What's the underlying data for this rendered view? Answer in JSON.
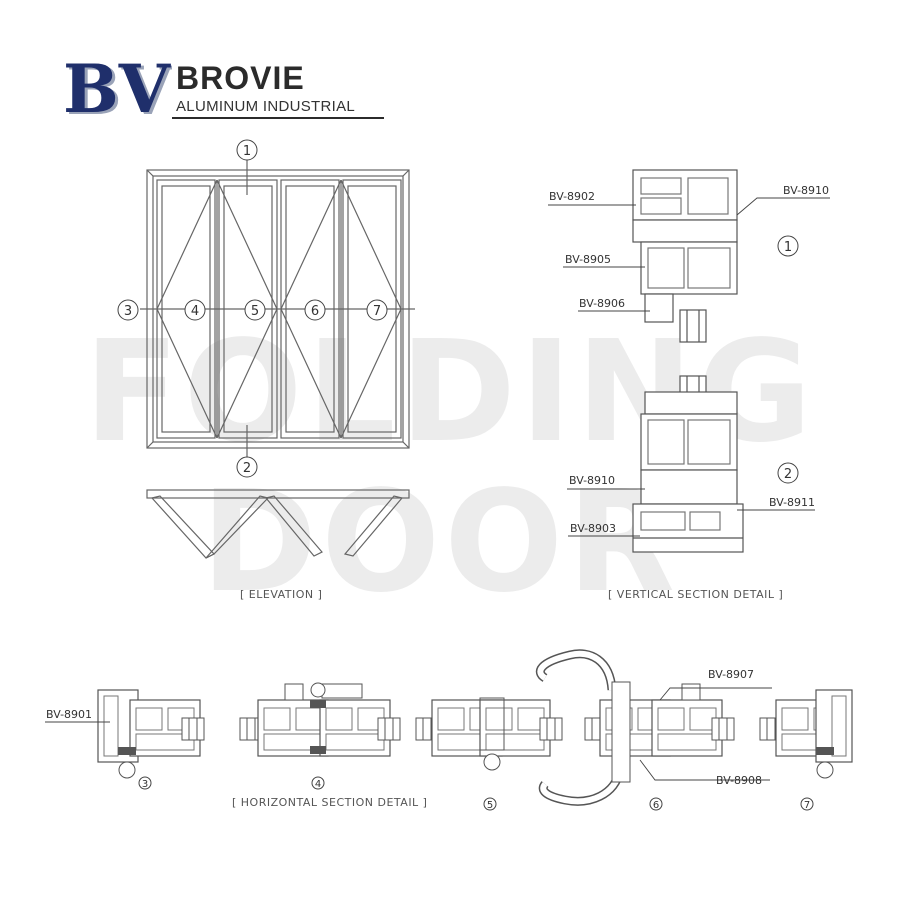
{
  "brand": {
    "logo_letters": "BV",
    "name": "BROVIE",
    "tagline": "ALUMINUM INDUSTRIAL",
    "colors": {
      "logo_navy": "#1f2f6b",
      "logo_shadow": "#9aa3b8"
    }
  },
  "watermark": {
    "line1": "FOLDING",
    "line2": "DOOR",
    "color": "#e8e8e8"
  },
  "elevation": {
    "caption": "[ ELEVATION ]",
    "markers": [
      "1",
      "2",
      "3",
      "4",
      "5",
      "6",
      "7"
    ]
  },
  "vertical_section": {
    "caption": "[ VERTICAL SECTION DETAIL ]",
    "markers": [
      "1",
      "2"
    ],
    "part_labels": [
      "BV-8902",
      "BV-8910",
      "BV-8905",
      "BV-8906",
      "BV-8910",
      "BV-8911",
      "BV-8903"
    ]
  },
  "horizontal_section": {
    "caption": "[ HORIZONTAL SECTION DETAIL ]",
    "markers": [
      "3",
      "4",
      "5",
      "6",
      "7"
    ],
    "part_labels": [
      "BV-8901",
      "BV-8907",
      "BV-8908"
    ]
  }
}
